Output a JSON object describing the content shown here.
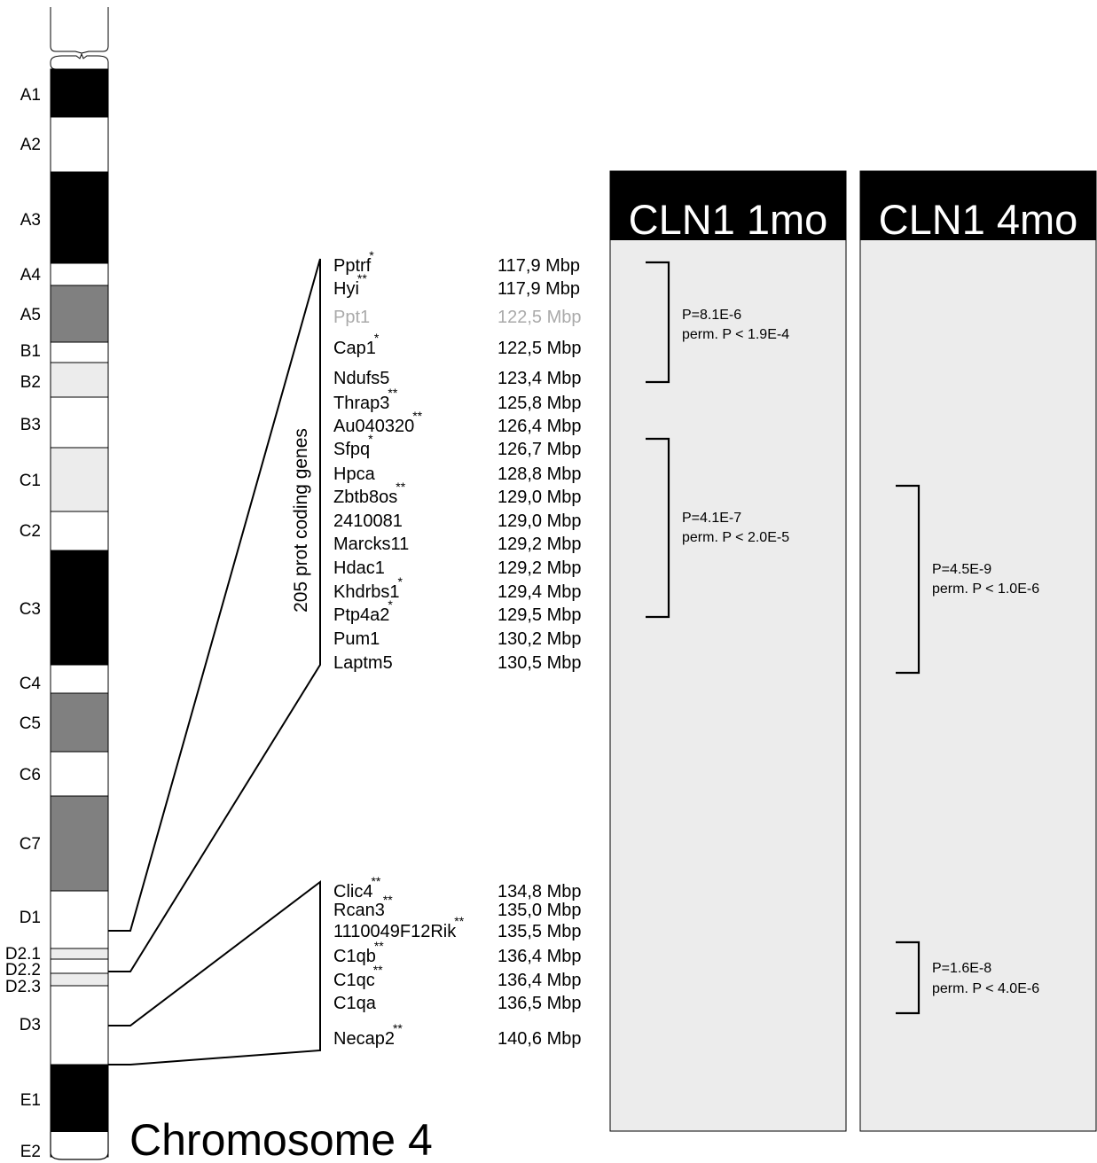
{
  "title": "Chromosome 4",
  "bands": [
    {
      "name": "A1",
      "shade": "black"
    },
    {
      "name": "A2",
      "shade": "white"
    },
    {
      "name": "A3",
      "shade": "black"
    },
    {
      "name": "A4",
      "shade": "white"
    },
    {
      "name": "A5",
      "shade": "gray"
    },
    {
      "name": "B1",
      "shade": "white"
    },
    {
      "name": "B2",
      "shade": "light"
    },
    {
      "name": "B3",
      "shade": "white"
    },
    {
      "name": "C1",
      "shade": "light"
    },
    {
      "name": "C2",
      "shade": "white"
    },
    {
      "name": "C3",
      "shade": "black"
    },
    {
      "name": "C4",
      "shade": "white"
    },
    {
      "name": "C5",
      "shade": "gray"
    },
    {
      "name": "C6",
      "shade": "white"
    },
    {
      "name": "C7",
      "shade": "gray"
    },
    {
      "name": "D1",
      "shade": "white"
    },
    {
      "name": "D2.1",
      "shade": "light"
    },
    {
      "name": "D2.2",
      "shade": "white"
    },
    {
      "name": "D2.3",
      "shade": "light"
    },
    {
      "name": "D3",
      "shade": "white"
    },
    {
      "name": "E1",
      "shade": "black"
    },
    {
      "name": "E2",
      "shade": "white"
    }
  ],
  "colors": {
    "black": "#000000",
    "gray": "#808080",
    "light": "#ececec",
    "white": "#ffffff",
    "panel": "#ececec",
    "muted": "#aaaaaa"
  },
  "region1": {
    "label": "205 prot coding genes",
    "genes": [
      {
        "name": "Pptrf",
        "mark": "*",
        "pos": "117,9 Mbp"
      },
      {
        "name": "Hyi",
        "mark": "**",
        "pos": "117,9 Mbp"
      },
      {
        "name": "Ppt1",
        "mark": "",
        "pos": "122,5 Mbp",
        "muted": true
      },
      {
        "name": "Cap1",
        "mark": "*",
        "pos": "122,5 Mbp"
      },
      {
        "name": "Ndufs5",
        "mark": "",
        "pos": "123,4 Mbp"
      },
      {
        "name": "Thrap3",
        "mark": "**",
        "pos": "125,8 Mbp"
      },
      {
        "name": "Au040320",
        "mark": "**",
        "pos": "126,4 Mbp"
      },
      {
        "name": "Sfpq",
        "mark": "*",
        "pos": "126,7 Mbp"
      },
      {
        "name": "Hpca",
        "mark": "",
        "pos": "128,8 Mbp"
      },
      {
        "name": "Zbtb8os",
        "mark": "**",
        "pos": "129,0 Mbp"
      },
      {
        "name": "2410081",
        "mark": "",
        "pos": "129,0 Mbp"
      },
      {
        "name": "Marcks11",
        "mark": "",
        "pos": "129,2 Mbp"
      },
      {
        "name": "Hdac1",
        "mark": "",
        "pos": "129,2 Mbp"
      },
      {
        "name": "Khdrbs1",
        "mark": "*",
        "pos": "129,4 Mbp"
      },
      {
        "name": "Ptp4a2",
        "mark": "*",
        "pos": "129,5 Mbp"
      },
      {
        "name": "Pum1",
        "mark": "",
        "pos": "130,2 Mbp"
      },
      {
        "name": "Laptm5",
        "mark": "",
        "pos": "130,5 Mbp"
      }
    ]
  },
  "region2": {
    "genes": [
      {
        "name": "Clic4",
        "mark": "**",
        "pos": "134,8 Mbp"
      },
      {
        "name": "Rcan3",
        "mark": "**",
        "pos": "135,0 Mbp"
      },
      {
        "name": "1110049F12Rik",
        "mark": "**",
        "pos": "135,5 Mbp"
      },
      {
        "name": "C1qb",
        "mark": "**",
        "pos": "136,4 Mbp"
      },
      {
        "name": "C1qc",
        "mark": "**",
        "pos": "136,4 Mbp"
      },
      {
        "name": "C1qa",
        "mark": "",
        "pos": "136,5 Mbp"
      },
      {
        "name": "Necap2",
        "mark": "**",
        "pos": "140,6 Mbp"
      }
    ]
  },
  "panels": [
    {
      "title": "CLN1 1mo",
      "peaks": [
        {
          "p": "P=8.1E-6",
          "perm": "perm. P < 1.9E-4"
        },
        {
          "p": "P=4.1E-7",
          "perm": "perm. P < 2.0E-5"
        }
      ]
    },
    {
      "title": "CLN1 4mo",
      "peaks": [
        {
          "p": "P=4.5E-9",
          "perm": "perm. P < 1.0E-6"
        },
        {
          "p": "P=1.6E-8",
          "perm": "perm. P < 4.0E-6"
        }
      ]
    }
  ]
}
